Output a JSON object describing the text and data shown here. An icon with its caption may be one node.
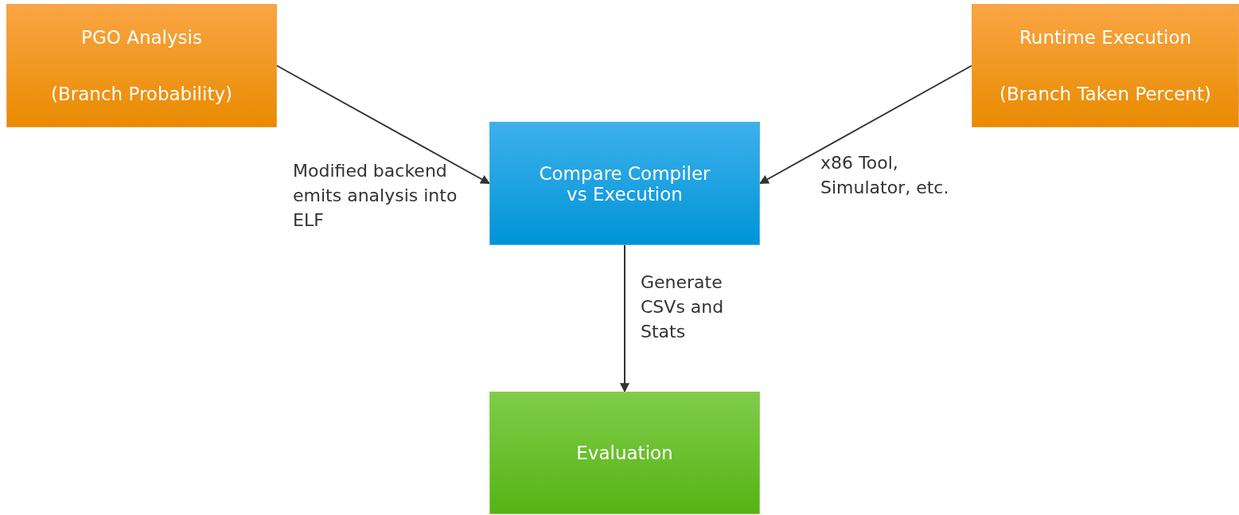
{
  "diagram": {
    "nodes": [
      {
        "text": [
          "PGO Analysis",
          "(Branch Probability)"
        ]
      },
      {
        "text": [
          "Runtime Execution",
          "(Branch Taken Percent)"
        ]
      },
      {
        "text": [
          "Compare Compiler vs Execution"
        ]
      },
      {
        "text": [
          "Evaluation"
        ]
      }
    ],
    "edges": [
      {
        "from": 0,
        "to": 2,
        "arrow": "to",
        "label": "Modified backend emits analysis into ELF"
      },
      {
        "from": 1,
        "to": 2,
        "arrow": "to",
        "label": "x86 Tool, Simulator, etc."
      },
      {
        "from": 2,
        "to": 3,
        "arrow": "to",
        "label": "Generate CSVs and Stats"
      }
    ]
  }
}
